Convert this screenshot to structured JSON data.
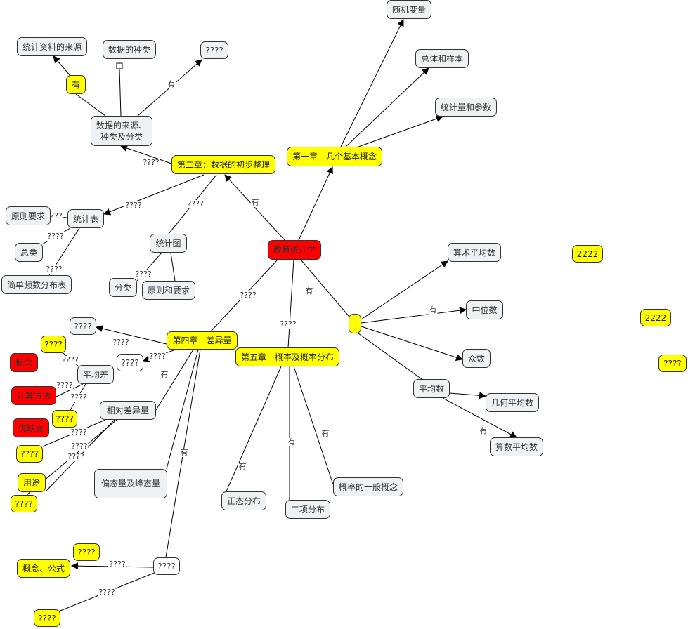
{
  "nodes": {
    "root": "教育统计学",
    "ch1": "第一章　几个基本概念",
    "n_rv": "随机变量",
    "n_pop": "总体和样本",
    "n_stat": "统计量和参数",
    "ch2": "第二章：数据的初步整理",
    "n_src": "统计资料的来源",
    "n_kind": "数据的种类",
    "n_q1": "????",
    "n_you": "有",
    "n_datasrc": "数据的来源、种类及分类",
    "n_table": "统计表",
    "n_tprin": "原则要求",
    "n_total": "总类",
    "n_freq": "简单频数分布表",
    "n_graph": "统计图",
    "n_gcls": "分类",
    "n_gprin": "原则和要求",
    "n_mean": "算术平均数",
    "n_2222a": "2222",
    "n_median": "中位数",
    "n_small": "",
    "n_2222b": "2222",
    "n_mode": "众数",
    "n_qr": "????",
    "n_avg": "平均数",
    "n_geo": "几何平均数",
    "n_arith": "算数平均数",
    "ch4": "第四章　差异量",
    "ch5": "第五章　概率及概率分布",
    "n_q4a": "????",
    "n_q4y": "????",
    "n_concept": "概念",
    "n_q4w": "????",
    "n_avgdev": "平均差",
    "n_calc": "计算方法",
    "n_q4y2": "????",
    "n_pros": "优缺点",
    "n_rel": "相对差异量",
    "n_q4y3": "????",
    "n_use": "用途",
    "n_q4y4": "????",
    "n_skew": "偏态量及峰态量",
    "n_normal": "正态分布",
    "n_binom": "二项分布",
    "n_prob": "概率的一般概念",
    "n_qw2": "????",
    "n_formula": "概念、公式",
    "n_qy5": "????",
    "n_qy6": "????"
  },
  "edge_labels": {
    "you": "有",
    "q4": "????",
    "q3": "???"
  }
}
